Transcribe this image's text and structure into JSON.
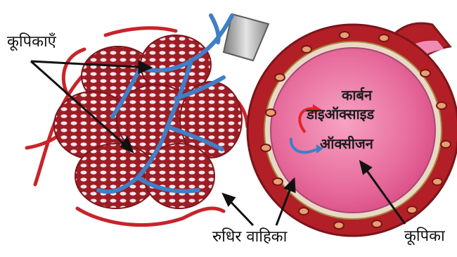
{
  "labels": {
    "alveoli_plural": "कूपिकाएँ",
    "blood_vessel": "रुधिर वाहिका",
    "alveolus": "कूपिका",
    "co2_line1": "कार्बन",
    "co2_line2": "डाइऑक्साइड",
    "oxygen": "ऑक्सीजन"
  },
  "colors": {
    "vessel_red": "#c8242b",
    "vessel_blue": "#3f7fc7",
    "alveolus_pink": "#e35d93",
    "wall_red": "#b31f26"
  }
}
